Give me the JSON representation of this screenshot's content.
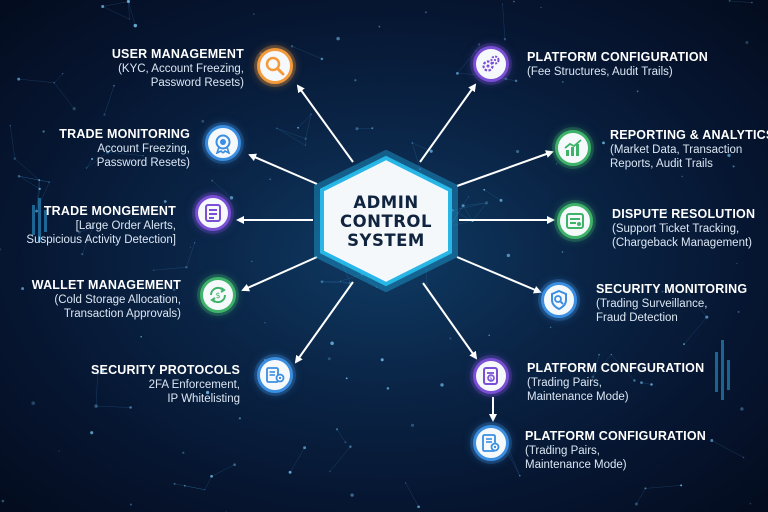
{
  "center": {
    "lines": [
      "ADMIN",
      "CONTROL",
      "SYSTEM"
    ]
  },
  "modules": [
    {
      "title": "USER MANAGEMENT",
      "desc": [
        "(KYC, Account Freezing,",
        "Password Resets)"
      ],
      "icon": "magnifier-icon",
      "color": "#f39a3d"
    },
    {
      "title": "TRADE MONITORING",
      "desc": [
        "Account Freezing,",
        "Password Resets)"
      ],
      "icon": "badge-icon",
      "color": "#3b8ee0"
    },
    {
      "title": "TRADE MONGEMENT",
      "desc": [
        "[Large Order Alerts,",
        "Suspicious Activity Detection]"
      ],
      "icon": "document-icon",
      "color": "#7a4fd6"
    },
    {
      "title": "WALLET MANAGEMENT",
      "desc": [
        "(Cold Storage Allocation,",
        "Transaction Approvals)"
      ],
      "icon": "wallet-sync-icon",
      "color": "#3fb36a"
    },
    {
      "title": "SECURITY PROTOCOLS",
      "desc": [
        "2FA Enforcement,",
        "IP Whitelisting"
      ],
      "icon": "gear-document-icon",
      "color": "#3b8ee0"
    },
    {
      "title": "PLATFORM CONFIGURATION",
      "desc": [
        "(Fee Structures, Audit Trails)"
      ],
      "icon": "gears-icon",
      "color": "#7a4fd6"
    },
    {
      "title": "REPORTING & ANALYTICS",
      "desc": [
        "(Market Data, Transaction",
        "Reports, Audit Trails"
      ],
      "icon": "bar-chart-icon",
      "color": "#3fb36a"
    },
    {
      "title": "DISPUTE RESOLUTION",
      "desc": [
        "(Support Ticket Tracking,",
        "(Chargeback Management)"
      ],
      "icon": "ticket-icon",
      "color": "#3fb36a"
    },
    {
      "title": "SECURITY MONITORING",
      "desc": [
        "(Trading Surveillance,",
        "Fraud Detection"
      ],
      "icon": "shield-search-icon",
      "color": "#3b8ee0"
    },
    {
      "title": "PLATFORM CONFGURATION",
      "desc": [
        "(Trading Pairs,",
        "Maintenance Mode)"
      ],
      "icon": "coin-document-icon",
      "color": "#7a4fd6"
    },
    {
      "title": "PLATFORM CONFIGURATION",
      "desc": [
        "(Trading Pairs,",
        "Maintenance Mode)"
      ],
      "icon": "document-gear-icon",
      "color": "#3b8ee0"
    }
  ],
  "colors": {
    "background": "#06152e",
    "hex_border": "#28b6e6",
    "hex_fill": "#f4f8fb",
    "connector": "#ffffff"
  }
}
